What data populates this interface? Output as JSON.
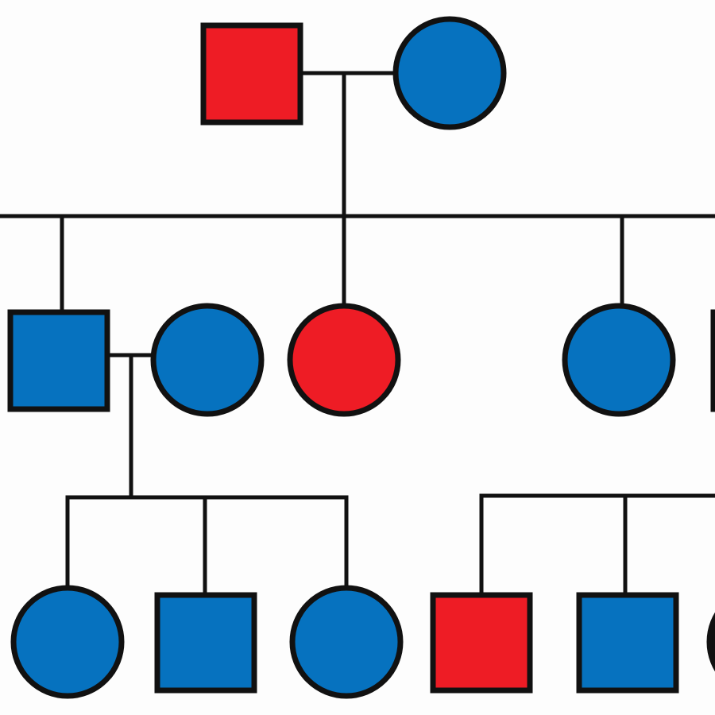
{
  "colors": {
    "affected": "#ee1c25",
    "unaffected": "#0672bf",
    "outline": "#111111",
    "background": "#fdfdfd"
  },
  "pedigree": {
    "generation_1": [
      {
        "id": "g1-male",
        "sex": "male",
        "status": "affected"
      },
      {
        "id": "g1-female",
        "sex": "female",
        "status": "unaffected"
      }
    ],
    "generation_2": [
      {
        "id": "g2-male-left",
        "sex": "male",
        "status": "unaffected"
      },
      {
        "id": "g2-female-spouse",
        "sex": "female",
        "status": "unaffected"
      },
      {
        "id": "g2-female-middle",
        "sex": "female",
        "status": "affected"
      },
      {
        "id": "g2-female-right",
        "sex": "female",
        "status": "unaffected"
      },
      {
        "id": "g2-male-edge",
        "sex": "male",
        "status": "unknown"
      }
    ],
    "generation_3": [
      {
        "id": "g3-female-1",
        "sex": "female",
        "status": "unaffected"
      },
      {
        "id": "g3-male-2",
        "sex": "male",
        "status": "unaffected"
      },
      {
        "id": "g3-female-3",
        "sex": "female",
        "status": "unaffected"
      },
      {
        "id": "g3-male-4",
        "sex": "male",
        "status": "affected"
      },
      {
        "id": "g3-male-5",
        "sex": "male",
        "status": "unaffected"
      },
      {
        "id": "g3-female-6",
        "sex": "female",
        "status": "unknown"
      }
    ]
  }
}
